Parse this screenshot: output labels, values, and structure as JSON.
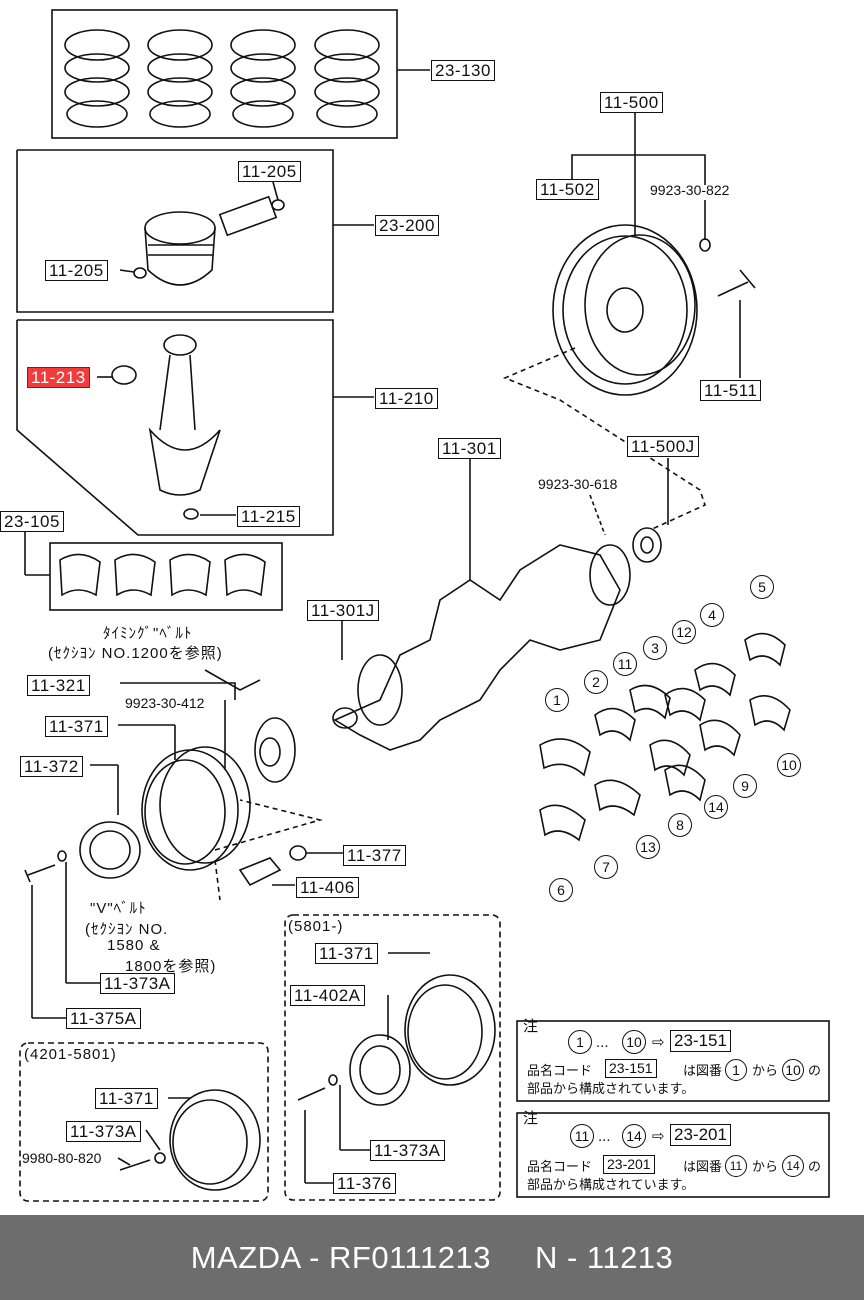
{
  "labels": {
    "l23130": "23-130",
    "l11500": "11-500",
    "l11205a": "11-205",
    "l23200": "23-200",
    "l11502": "11-502",
    "l11205b": "11-205",
    "l11213": "11-213",
    "l11210": "11-210",
    "l11511": "11-511",
    "l11301": "11-301",
    "l11500j": "11-500J",
    "l23105": "23-105",
    "l11215": "11-215",
    "l11301j": "11-301J",
    "l11321": "11-321",
    "l11371a": "11-371",
    "l11372": "11-372",
    "l11377": "11-377",
    "l11406": "11-406",
    "l11373aa": "11-373A",
    "l11375a": "11-375A",
    "l11371b": "11-371",
    "l11402a": "11-402A",
    "l11371c": "11-371",
    "l11373ab": "11-373A",
    "l11373ac": "11-373A",
    "l11376": "11-376"
  },
  "texts": {
    "p992330822": "9923-30-822",
    "p992330618": "9923-30-618",
    "p992330412": "9923-30-412",
    "p998080820": "9980-80-820",
    "timing1": "ﾀｲﾐﾝｸﾞ\"ﾍﾞﾙﾄ",
    "timing2": "(ｾｸｼﾖﾝ NO.1200を参照)",
    "vbelt1": "\"V\"ﾍﾞﾙﾄ",
    "vbelt2": "(ｾｸｼﾖﾝ NO.",
    "vbelt3": "1580 &",
    "vbelt4": "1800を参照)",
    "range1": "(5801-)",
    "range2": "(4201-5801)"
  },
  "notes": {
    "n1_title": "注",
    "n1_a": "1",
    "n1_dots": "...",
    "n1_b": "10",
    "n1_arrow": "⇨",
    "n1_code": "23-151",
    "n1_l1a": "品名コード",
    "n1_l1code": "23-151",
    "n1_l1b": "は図番",
    "n1_l1n1": "1",
    "n1_l1c": "から",
    "n1_l1n2": "10",
    "n1_l1d": "の",
    "n1_l2": "部品から構成されています。",
    "n2_title": "注",
    "n2_a": "11",
    "n2_dots": "...",
    "n2_b": "14",
    "n2_arrow": "⇨",
    "n2_code": "23-201",
    "n2_l1a": "品名コード",
    "n2_l1code": "23-201",
    "n2_l1b": "は図番",
    "n2_l1n1": "11",
    "n2_l1c": "から",
    "n2_l1n2": "14",
    "n2_l1d": "の",
    "n2_l2": "部品から構成されています。"
  },
  "circled": [
    "1",
    "2",
    "3",
    "4",
    "5",
    "6",
    "7",
    "8",
    "9",
    "10",
    "11",
    "12",
    "13",
    "14"
  ],
  "footer": {
    "brand": "MAZDA - RF0111213",
    "code": "N - 11213"
  },
  "colors": {
    "highlight": "#f23b3b",
    "footer": "#6d6d6d"
  }
}
